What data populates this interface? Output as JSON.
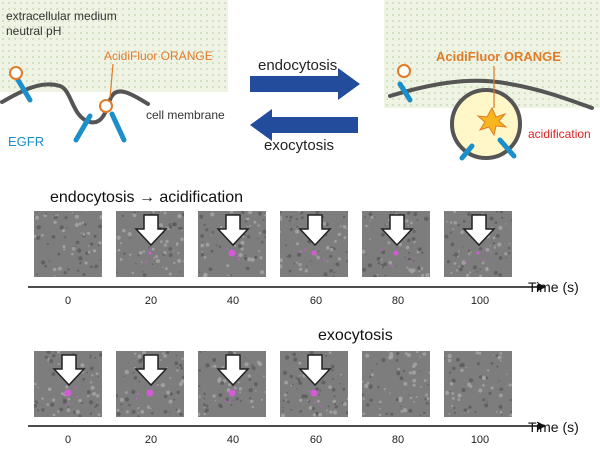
{
  "colors": {
    "accent_orange": "#e07b28",
    "receptor_blue": "#1b8fc9",
    "arrow_navy": "#244c9c",
    "membrane_gray": "#555555",
    "acid_red": "#e02020",
    "medium_green": "#eef3e4",
    "vesicle_yellow": "#fff7c8",
    "spot_magenta": "#d35bd8"
  },
  "diagram": {
    "medium_line1": "extracellular medium",
    "medium_line2": "neutral pH",
    "probe_left": "AcidiFluor ORANGE",
    "probe_right": "AcidiFluor ORANGE",
    "membrane_label": "cell membrane",
    "receptor_label": "EGFR",
    "forward_process": "endocytosis",
    "reverse_process": "exocytosis",
    "acid_label": "acidification"
  },
  "timeline1": {
    "title": "endocytosis → acidification",
    "axis_label": "Time (s)",
    "ticks": [
      "0",
      "20",
      "40",
      "60",
      "80",
      "100"
    ],
    "arrow_icon": "down-arrow-icon"
  },
  "timeline2": {
    "title": "exocytosis",
    "axis_label": "Time (s)",
    "ticks": [
      "0",
      "20",
      "40",
      "60",
      "80",
      "100"
    ],
    "arrow_icon": "down-arrow-icon"
  }
}
